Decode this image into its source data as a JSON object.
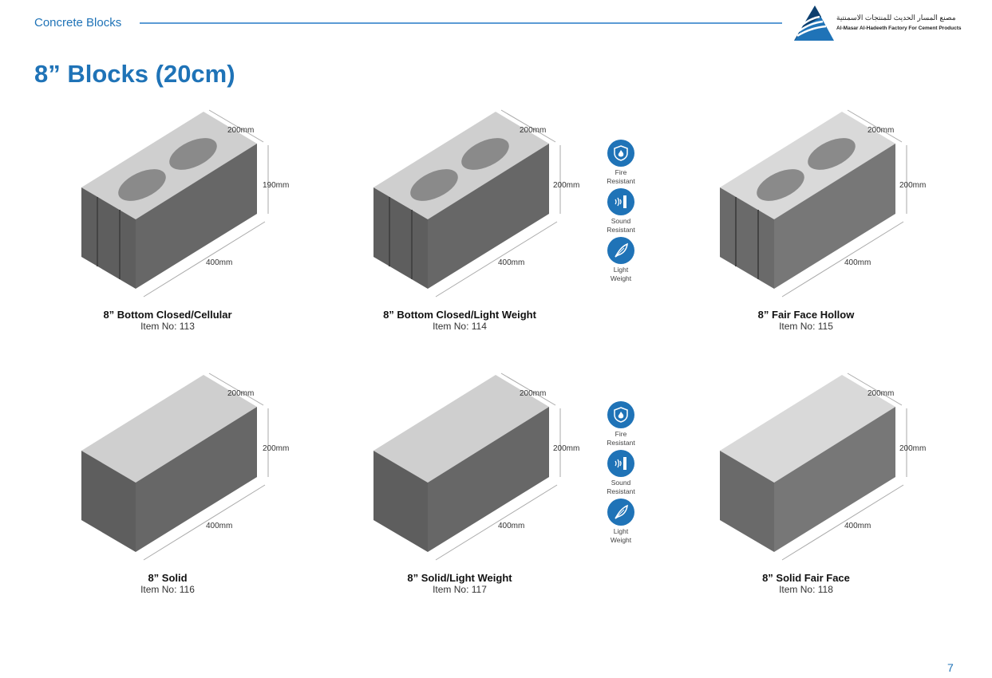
{
  "header": {
    "section": "Concrete Blocks",
    "title": "8” Blocks (20cm)",
    "page_number": "7"
  },
  "logo": {
    "arabic": "مصنع المسار الحديث للمنتجات الاسمنتية",
    "english": "Al-Masar Al-Hadeeth Factory For Cement Products"
  },
  "colors": {
    "accent": "#1f73b7"
  },
  "products": [
    {
      "name": "8” Bottom Closed/Cellular",
      "item": "Item No: 113",
      "type": "hollow",
      "finish": "standard",
      "dims": {
        "width": "200mm",
        "height": "190mm",
        "length": "400mm"
      }
    },
    {
      "name": "8” Bottom Closed/Light Weight",
      "item": "Item No: 114",
      "type": "hollow",
      "finish": "standard",
      "dims": {
        "width": "200mm",
        "height": "200mm",
        "length": "400mm"
      }
    },
    {
      "name": "8” Fair Face Hollow",
      "item": "Item No: 115",
      "type": "hollow",
      "finish": "fairface",
      "dims": {
        "width": "200mm",
        "height": "200mm",
        "length": "400mm"
      }
    },
    {
      "name": "8” Solid",
      "item": "Item No: 116",
      "type": "solid",
      "finish": "standard",
      "dims": {
        "width": "200mm",
        "height": "200mm",
        "length": "400mm"
      }
    },
    {
      "name": "8” Solid/Light Weight",
      "item": "Item No: 117",
      "type": "solid",
      "finish": "standard",
      "dims": {
        "width": "200mm",
        "height": "200mm",
        "length": "400mm"
      }
    },
    {
      "name": "8” Solid Fair Face",
      "item": "Item No: 118",
      "type": "solid",
      "finish": "fairface",
      "dims": {
        "width": "200mm",
        "height": "200mm",
        "length": "400mm"
      }
    }
  ],
  "features": [
    {
      "label": "Fire Resistant",
      "icon": "fire-shield-icon"
    },
    {
      "label": "Sound Resistant",
      "icon": "sound-wall-icon"
    },
    {
      "label": "Light Weight",
      "icon": "feather-icon"
    }
  ]
}
